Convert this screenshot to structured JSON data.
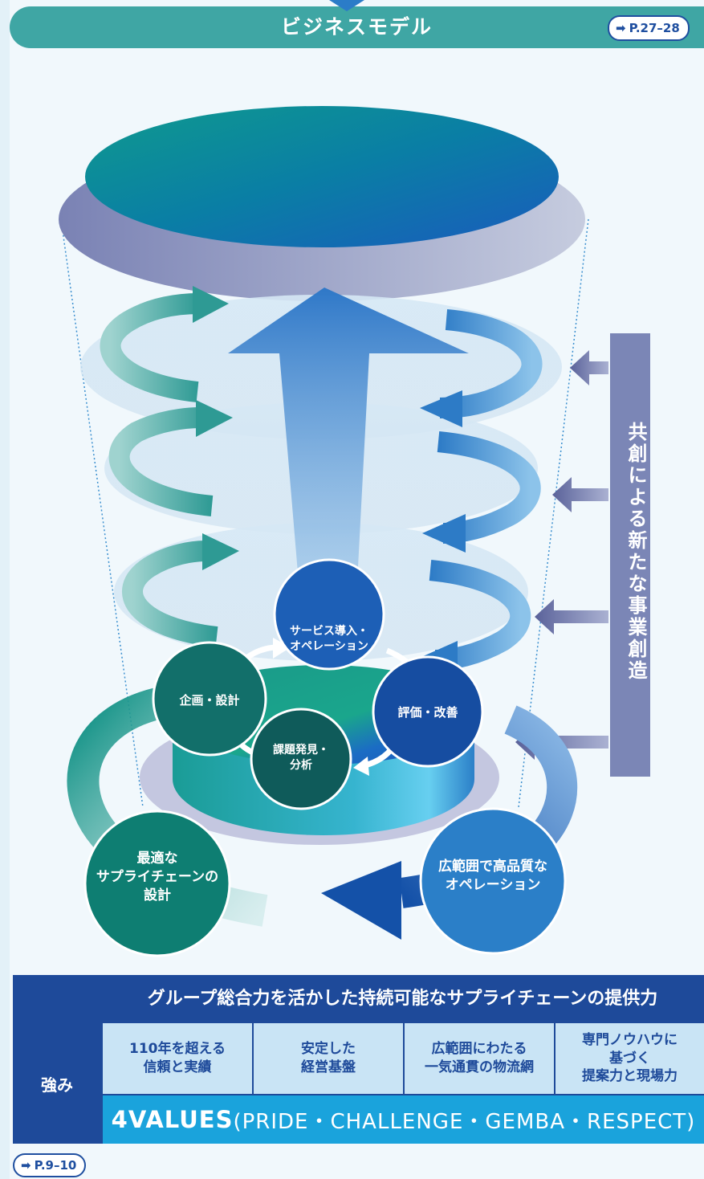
{
  "header": {
    "title": "ビジネスモデル",
    "ref": "P.27–28"
  },
  "vertical_label": "共創による新たな事業創造",
  "cycle": [
    "サービス導入・\nオペレーション",
    "企画・設計",
    "評価・改善",
    "課題発見・\n分析"
  ],
  "base_circles": {
    "left": "最適な\nサプライチェーンの\n設計",
    "right": "広範囲で高品質な\nオペレーション"
  },
  "strengths": {
    "header": "グループ総合力を活かした持続可能なサプライチェーンの提供力",
    "label": "強み",
    "items": [
      "110年を超える\n信頼と実績",
      "安定した\n経営基盤",
      "広範囲にわたる\n一気通貫の物流網",
      "専門ノウハウに\n基づく\n提案力と現場力"
    ],
    "values_main": "4VALUES",
    "values_sub": "(PRIDE・CHALLENGE・GEMBA・RESPECT)"
  },
  "bottom_ref": "P.9–10",
  "colors": {
    "teal": "#3fa6a4",
    "navy": "#1e4a9a",
    "accent_blue": "#1aa3dc",
    "lavender": "#7b86b6"
  }
}
